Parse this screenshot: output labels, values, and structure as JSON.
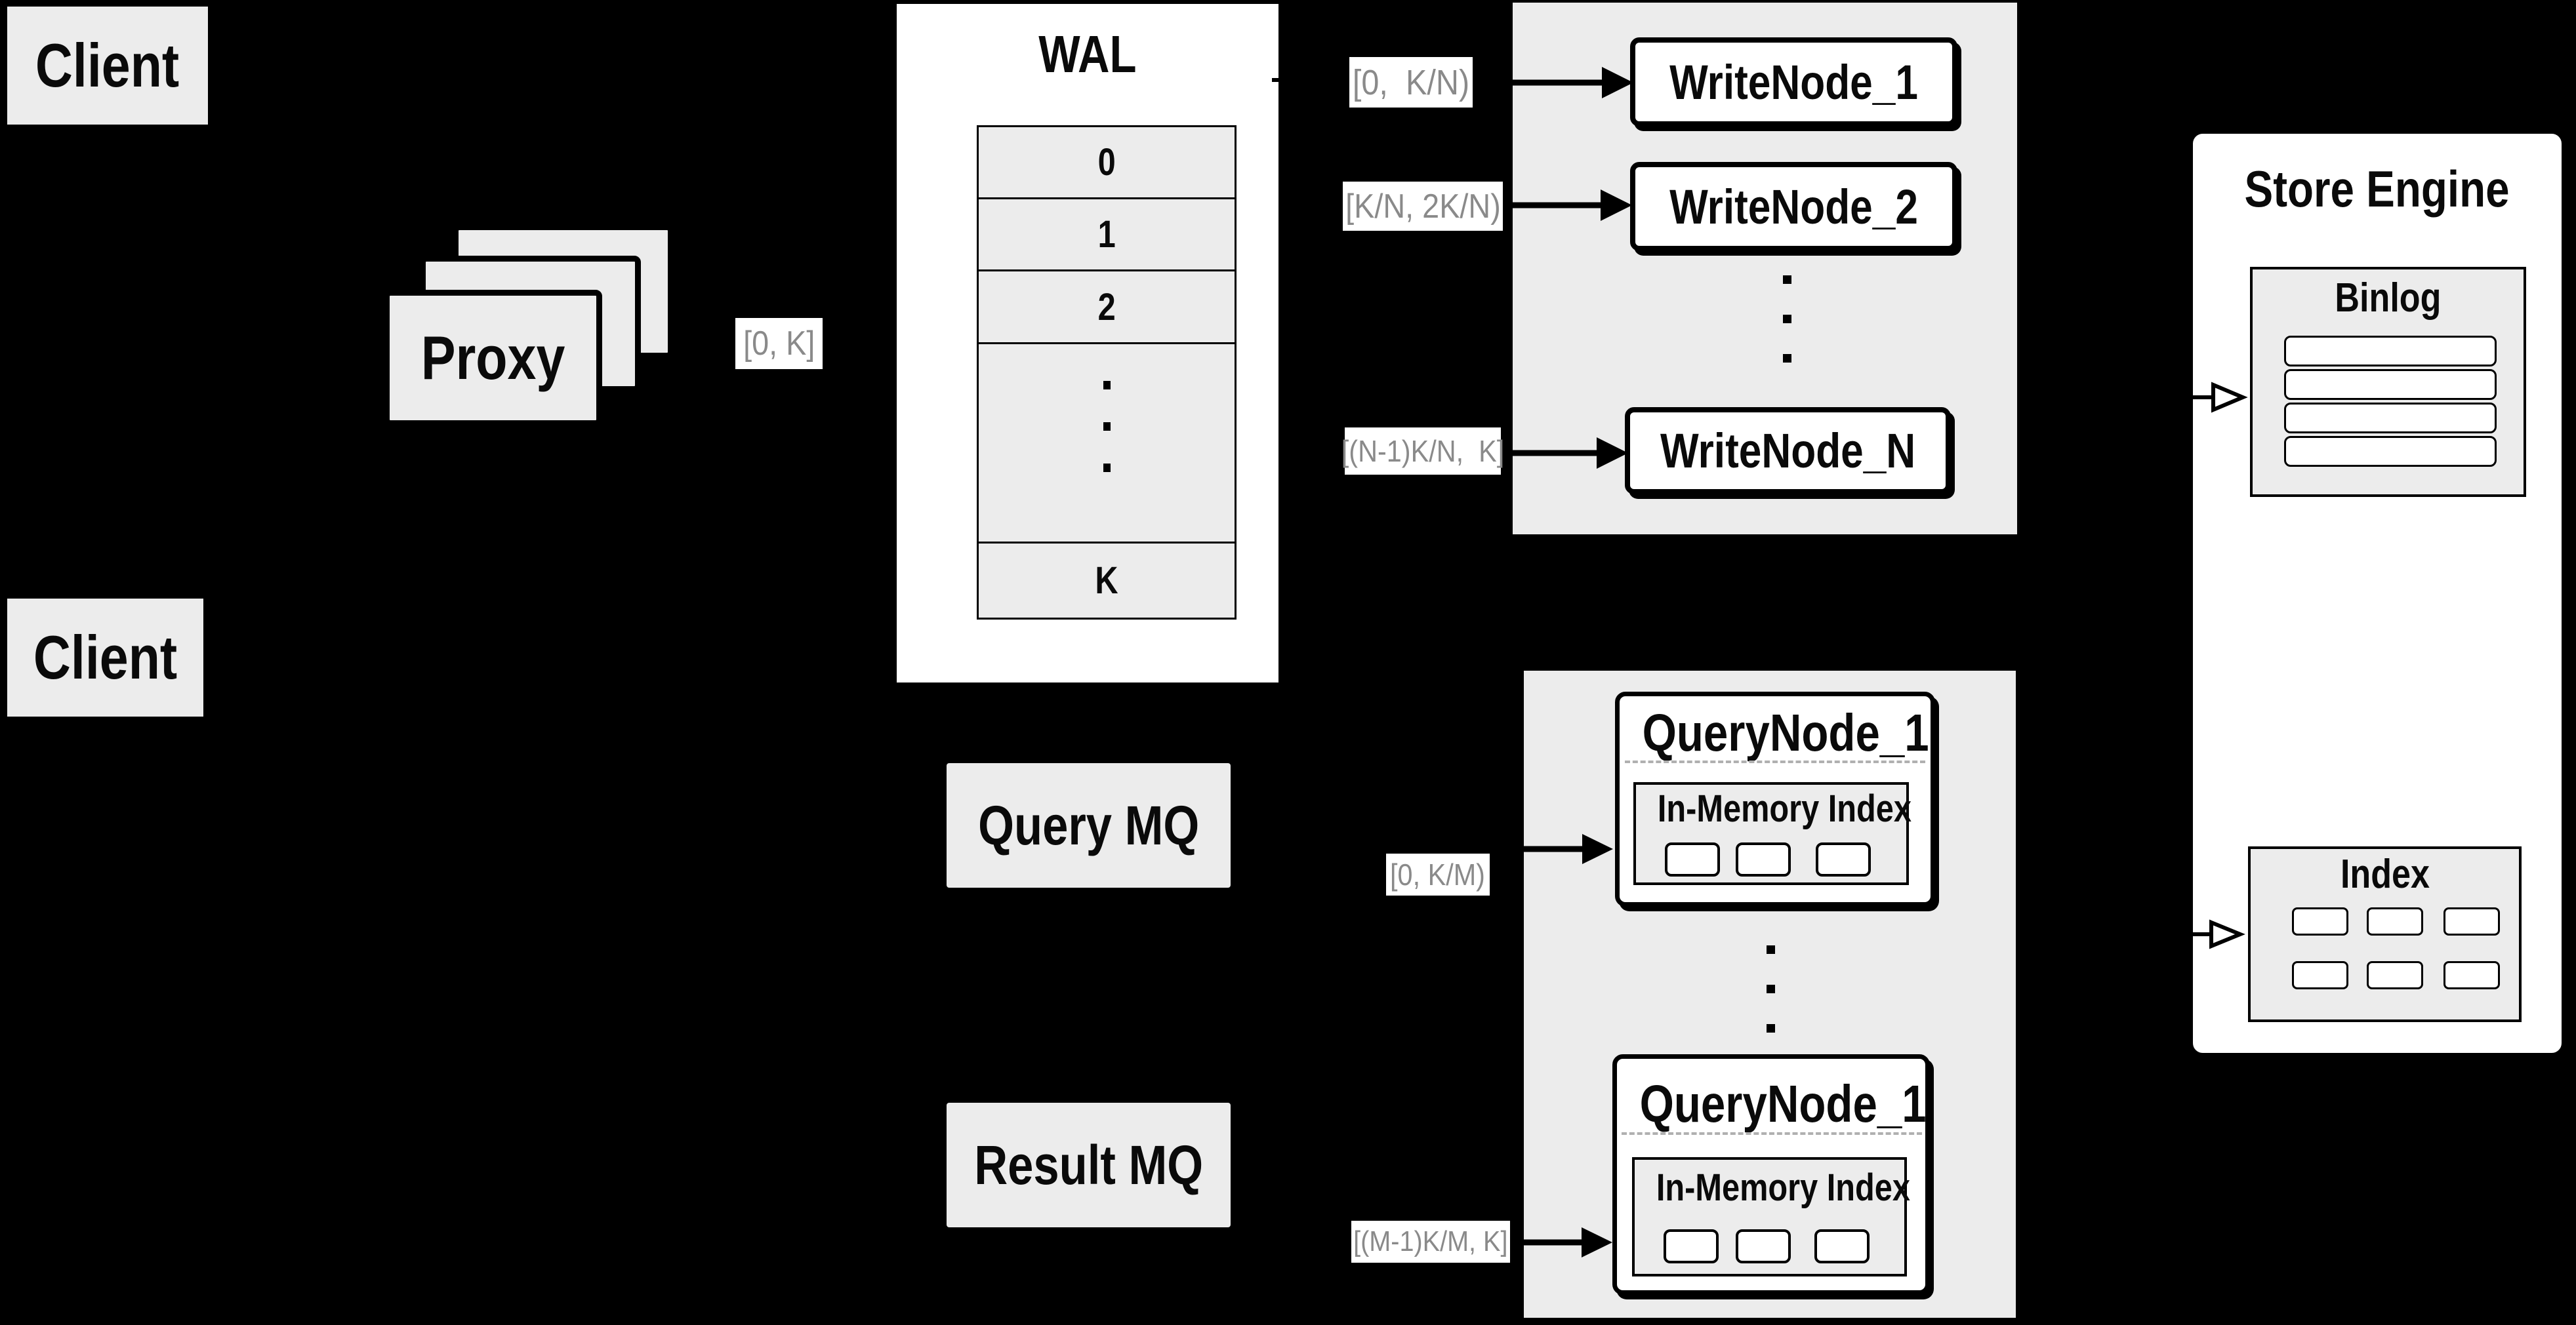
{
  "palette": {
    "background": "#000000",
    "panel_gray": "#ececec",
    "panel_white": "#ffffff",
    "line_black": "#000000",
    "label_gray": "#8a8a8a",
    "dash_gray": "#b0b0b0"
  },
  "clients": {
    "top_label": "Client",
    "bottom_label": "Client"
  },
  "proxy": {
    "label": "Proxy"
  },
  "edge_labels": {
    "proxy_out": "[0, K]",
    "write_1": "[0,  K/N)",
    "write_2": "[K/N, 2K/N)",
    "write_n": "[(N-1)K/N,  K]",
    "query_1": "[0, K/M)",
    "query_m": "[(M-1)K/M, K]"
  },
  "wal": {
    "title": "WAL",
    "segments": [
      "0",
      "1",
      "2"
    ],
    "last_segment": "K"
  },
  "write_nodes": {
    "node_1": "WriteNode_1",
    "node_2": "WriteNode_2",
    "node_n": "WriteNode_N"
  },
  "store_engine": {
    "title": "Store Engine",
    "binlog_title": "Binlog",
    "index_title": "Index"
  },
  "mq": {
    "query": "Query MQ",
    "result": "Result MQ"
  },
  "query_nodes": {
    "node_1_title": "QueryNode_1",
    "node_2_title": "QueryNode_1",
    "in_memory_title": "In-Memory Index"
  }
}
